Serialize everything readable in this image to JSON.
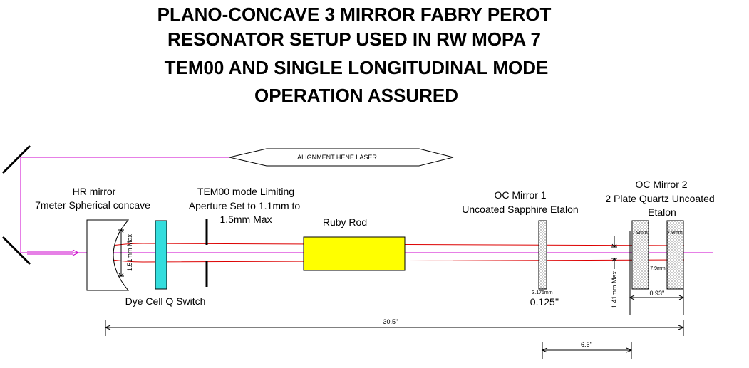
{
  "title": {
    "line1": "PLANO-CONCAVE 3 MIRROR FABRY PEROT",
    "line2": "RESONATOR SETUP USED IN RW MOPA 7",
    "line3": "TEM00 AND SINGLE LONGITUDINAL MODE",
    "line4": "OPERATION ASSURED"
  },
  "alignment_laser": {
    "label": "ALIGNMENT HENE LASER"
  },
  "hr_mirror": {
    "line1": "HR mirror",
    "line2": "7meter Spherical concave",
    "beam_dim": "1.51mm Max"
  },
  "aperture": {
    "line1": "TEM00 mode Limiting",
    "line2": "Aperture Set to 1.1mm to",
    "line3": "1.5mm Max"
  },
  "ruby_rod": {
    "label": "Ruby Rod"
  },
  "dye_cell": {
    "label": "Dye Cell Q Switch"
  },
  "oc_mirror1": {
    "line1": "OC Mirror 1",
    "line2": "Uncoated Sapphire Etalon",
    "thickness_mm": "3.175mm",
    "thickness_in": "0.125''"
  },
  "oc_mirror2": {
    "line1": "OC Mirror 2",
    "line2": "2 Plate Quartz Uncoated",
    "line3": "Etalon",
    "plate1_mm": "7.9mm",
    "plate2_mm": "7.9mm",
    "gap_mm": "7.9mm",
    "beam_dim": "1.41mm Max",
    "span_in": "0.93''"
  },
  "dimensions": {
    "total": "30.5''",
    "oc_spacing": "6.6''"
  },
  "colors": {
    "alignment_beam": "#cc00cc",
    "laser_beam": "#dd0000",
    "ruby_rod_fill": "#ffff00",
    "dye_cell_fill": "#33dddd",
    "outline": "#000000"
  }
}
